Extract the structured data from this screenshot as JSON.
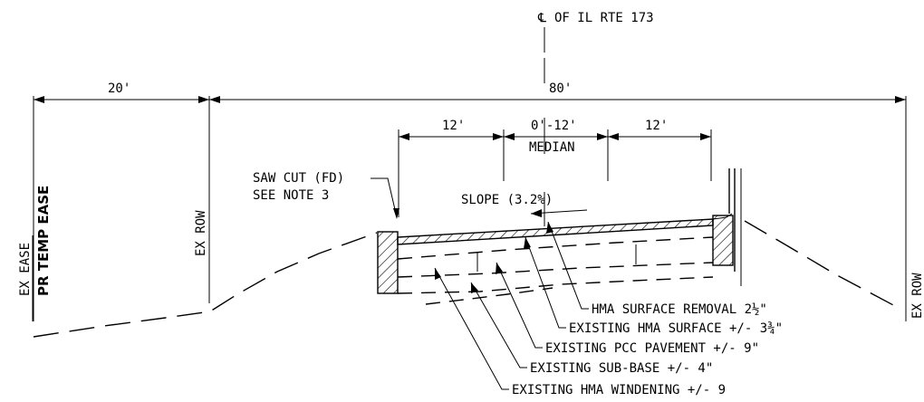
{
  "centerline_label": "OF IL RTE 173",
  "centerline_symbol": "℄",
  "dimensions": {
    "left_width": "20'",
    "total_width": "80'",
    "left_lane": "12'",
    "median": "0'-12'",
    "median_label": "MEDIAN",
    "right_lane": "12'"
  },
  "labels": {
    "ex_ease": "EX EASE",
    "pr_temp_ease": "PR TEMP EASE",
    "ex_row_left": "EX ROW",
    "ex_row_right": "EX ROW",
    "saw_cut": "SAW CUT (FD)",
    "see_note": "SEE NOTE 3",
    "slope": "SLOPE (3.2%)"
  },
  "callouts": [
    {
      "text": "HMA SURFACE REMOVAL 2½\""
    },
    {
      "text": "EXISTING HMA SURFACE +/- 3¾\""
    },
    {
      "text": "EXISTING PCC PAVEMENT +/- 9\""
    },
    {
      "text": "EXISTING SUB-BASE +/- 4\""
    },
    {
      "text": "EXISTING HMA WINDENING +/- 9"
    }
  ]
}
